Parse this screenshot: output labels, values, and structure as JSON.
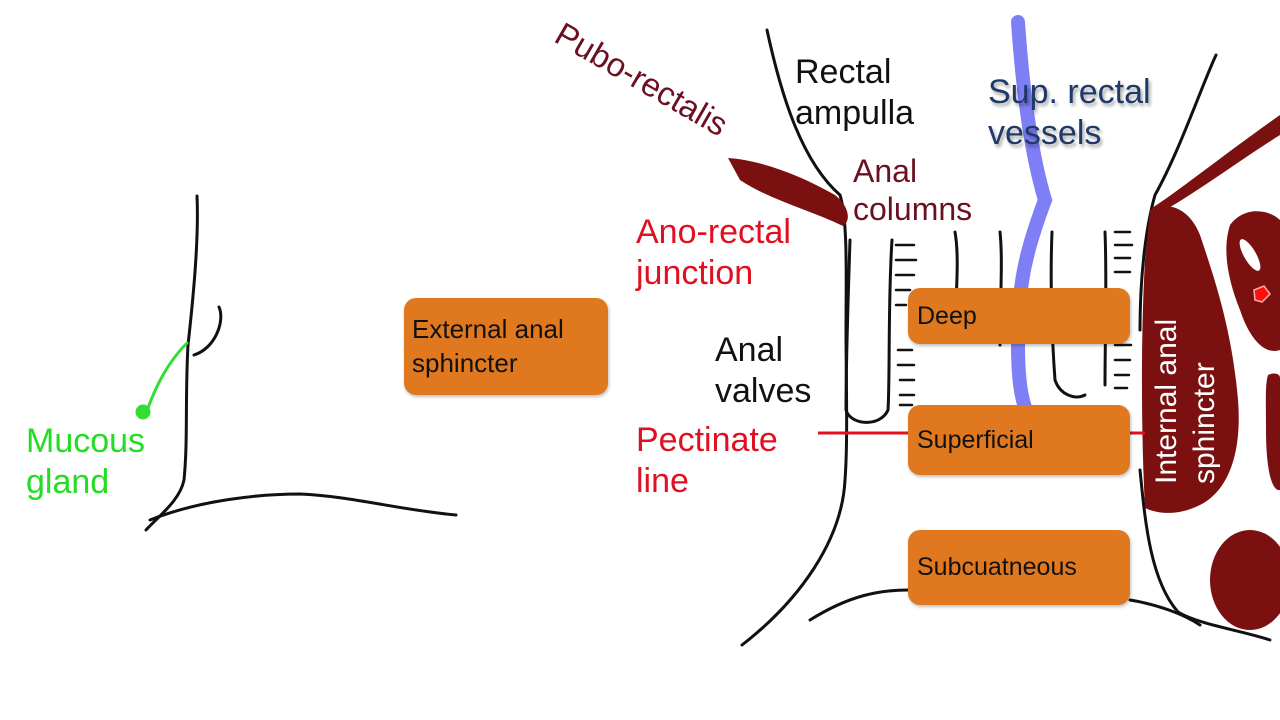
{
  "colors": {
    "muscle": "#7a1010",
    "box_fill": "#e07820",
    "vessel": "#7f7ff5",
    "label_red": "#e01020",
    "label_maroon": "#6b1020",
    "label_navy": "#1f3a68",
    "label_green": "#22dd22",
    "outline": "#111111"
  },
  "labels": {
    "pubo_rectalis": "Pubo-rectalis",
    "rectal_ampulla": [
      "Rectal",
      "ampulla"
    ],
    "sup_rectal_vessels": [
      "Sup. rectal",
      "vessels"
    ],
    "anal_columns": [
      "Anal",
      "columns"
    ],
    "anorectal_junction": [
      "Ano-rectal",
      "junction"
    ],
    "anal_valves": [
      "Anal",
      "valves"
    ],
    "pectinate_line": [
      "Pectinate",
      "line"
    ],
    "mucous_gland": [
      "Mucous",
      "gland"
    ],
    "internal_anal_sphincter": [
      "Internal anal",
      "sphincter"
    ]
  },
  "boxes": {
    "external_anal_sphincter": [
      "External anal",
      "sphincter"
    ],
    "deep": "Deep",
    "superficial": "Superficial",
    "subcutaneous": "Subcuatneous"
  }
}
